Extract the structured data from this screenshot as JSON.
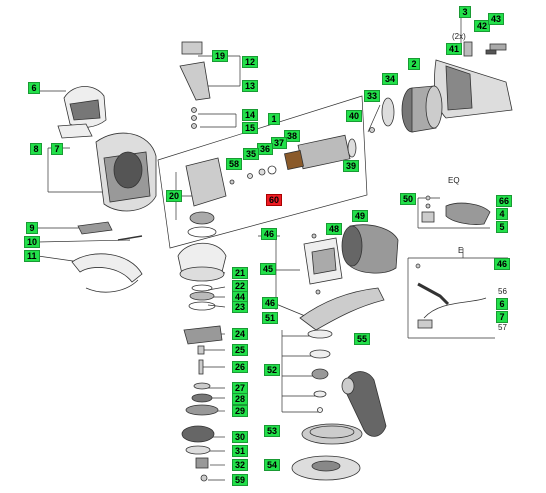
{
  "labels": [
    {
      "text": "3"
    },
    {
      "text": "42"
    },
    {
      "text": "43"
    },
    {
      "text": "41"
    },
    {
      "text": "19"
    },
    {
      "text": "12"
    },
    {
      "text": "13"
    },
    {
      "text": "2"
    },
    {
      "text": "34"
    },
    {
      "text": "6"
    },
    {
      "text": "33"
    },
    {
      "text": "14"
    },
    {
      "text": "1"
    },
    {
      "text": "15"
    },
    {
      "text": "40"
    },
    {
      "text": "38"
    },
    {
      "text": "37"
    },
    {
      "text": "36"
    },
    {
      "text": "35"
    },
    {
      "text": "8"
    },
    {
      "text": "7"
    },
    {
      "text": "58"
    },
    {
      "text": "39"
    },
    {
      "text": "20"
    },
    {
      "text": "60",
      "highlight": true
    },
    {
      "text": "50"
    },
    {
      "text": "66"
    },
    {
      "text": "4"
    },
    {
      "text": "5"
    },
    {
      "text": "9"
    },
    {
      "text": "46"
    },
    {
      "text": "48"
    },
    {
      "text": "49"
    },
    {
      "text": "10"
    },
    {
      "text": "11"
    },
    {
      "text": "46"
    },
    {
      "text": "45"
    },
    {
      "text": "21"
    },
    {
      "text": "22"
    },
    {
      "text": "44"
    },
    {
      "text": "23"
    },
    {
      "text": "46"
    },
    {
      "text": "51"
    },
    {
      "text": "6"
    },
    {
      "text": "7"
    },
    {
      "text": "24"
    },
    {
      "text": "25"
    },
    {
      "text": "55"
    },
    {
      "text": "26"
    },
    {
      "text": "52"
    },
    {
      "text": "27"
    },
    {
      "text": "28"
    },
    {
      "text": "29"
    },
    {
      "text": "30"
    },
    {
      "text": "53"
    },
    {
      "text": "31"
    },
    {
      "text": "32"
    },
    {
      "text": "54"
    },
    {
      "text": "59"
    }
  ],
  "captions": {
    "eq": "EQ",
    "e": "E",
    "twox": "(2x)",
    "n56": "56",
    "n57": "57"
  },
  "colors": {
    "label_fill": "#22e04a",
    "label_highlight": "#ee1c24"
  }
}
